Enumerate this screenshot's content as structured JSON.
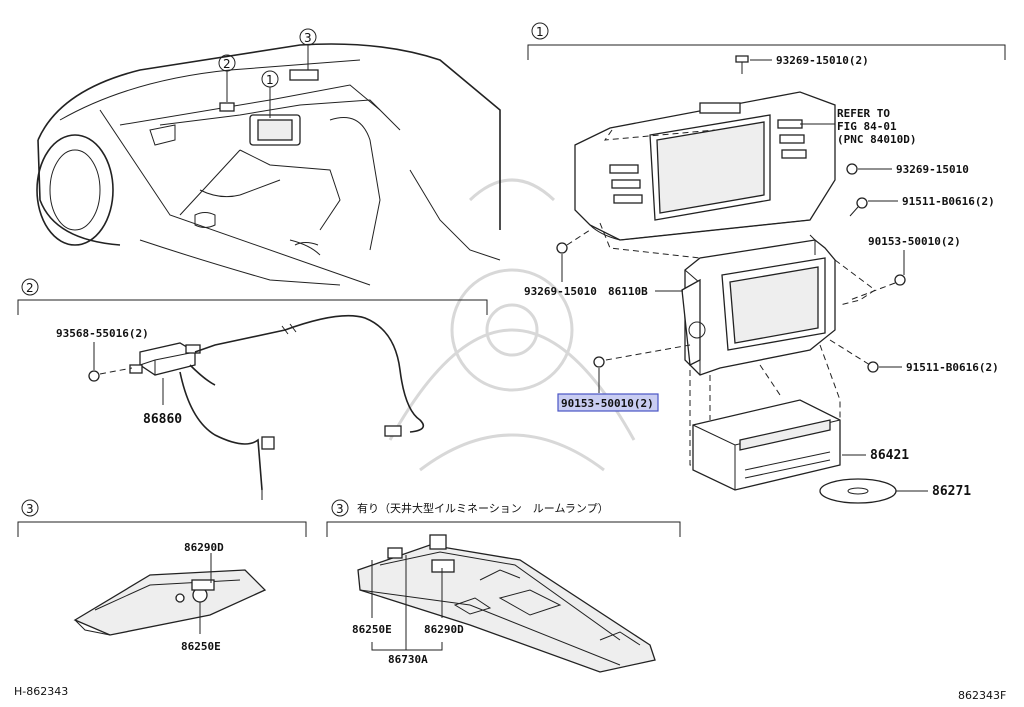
{
  "sections": [
    {
      "number": "1"
    },
    {
      "number": "2"
    },
    {
      "number": "3"
    },
    {
      "number": "3",
      "note": "有り（天井大型イルミネーション　ルームランプ）"
    }
  ],
  "callouts": {
    "car_1": "1",
    "car_2": "2",
    "car_3": "3"
  },
  "parts": {
    "p93269a": "93269-15010(2)",
    "refer": [
      "REFER TO",
      "FIG 84-01",
      "(PNC 84010D)"
    ],
    "p93269b": "93269-15010",
    "p91511a": "91511-B0616(2)",
    "p90153a": "90153-50010(2)",
    "p93269c": "93269-15010",
    "p86110b": "86110B",
    "p91511b": "91511-B0616(2)",
    "p90153b": "90153-50010(2)",
    "p86421": "86421",
    "p86271": "86271",
    "p93568": "93568-55016(2)",
    "p86860": "86860",
    "p86290d_a": "86290D",
    "p86250e_a": "86250E",
    "p86250e_b": "86250E",
    "p86290d_b": "86290D",
    "p86730a": "86730A"
  },
  "footer": {
    "left": "H-862343",
    "right": "862343F"
  },
  "colors": {
    "highlight": "#c9cdf2",
    "line": "#222222"
  }
}
